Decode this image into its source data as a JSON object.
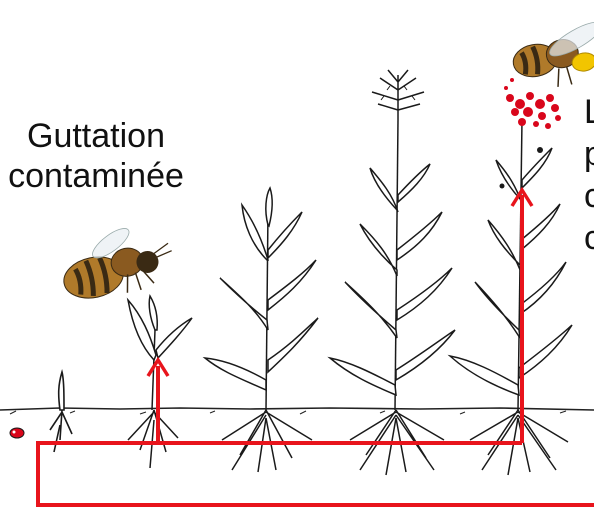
{
  "labels": {
    "guttation_line1": "Guttation",
    "guttation_line2": "contaminée",
    "right_line1": "L",
    "right_line2": "p",
    "right_line3": "c",
    "right_line4": "c"
  },
  "colors": {
    "pathway": "#e8141c",
    "ink": "#1a1a1a",
    "droplets": "#d9061b",
    "bee_body": "#b07a2a",
    "bee_stripes": "#3a2a14",
    "pollen": "#f2c500"
  },
  "icons": [
    "bee-icon",
    "seed-icon",
    "corn-plant-icon",
    "tassel-icon",
    "roots-icon"
  ]
}
